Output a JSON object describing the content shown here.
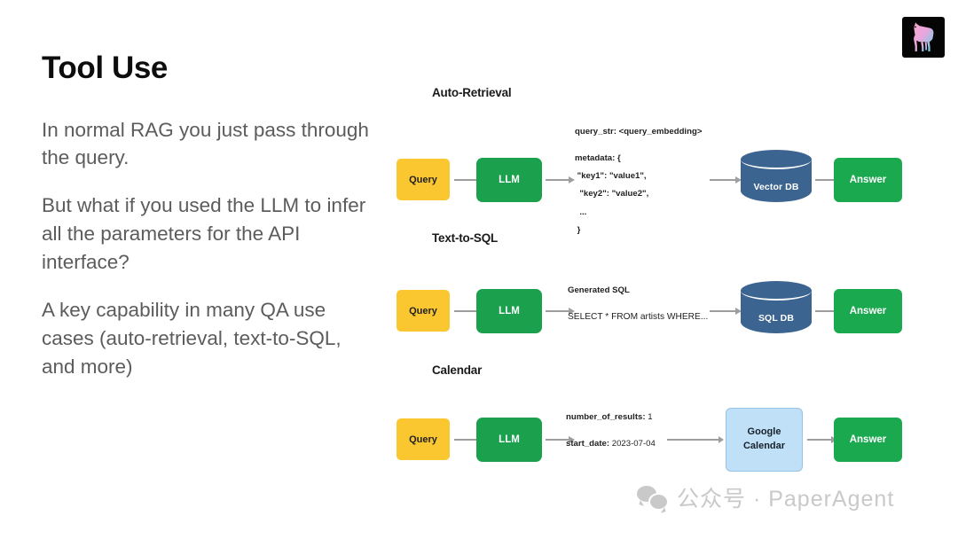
{
  "slide": {
    "title": "Tool Use",
    "paragraphs": [
      "In normal RAG you just pass through the query.",
      "But what if you used the LLM to infer all the parameters for the API interface?",
      "A key capability in many QA use cases (auto-retrieval, text-to-SQL, and more)"
    ]
  },
  "logo": {
    "name": "llamaindex-llama-logo",
    "background": "#050505",
    "gradient_from": "#f5a3c7",
    "gradient_to": "#5fd8e8"
  },
  "colors": {
    "query_box": "#fbc730",
    "llm_box": "#1ba04e",
    "answer_box": "#1ba94f",
    "database": "#3c6490",
    "google_calendar": "#bfe0f7",
    "google_calendar_border": "#93c3e8",
    "arrow": "#9e9e9e",
    "title_text": "#0d0d0d",
    "body_text": "#5c5c5c",
    "watermark": "#c9c9c9"
  },
  "diagram": {
    "sections": [
      {
        "title": "Auto-Retrieval",
        "query_label": "Query",
        "llm_label": "LLM",
        "payload_lines": [
          {
            "key": "query_str:",
            "value": " <query_embedding>",
            "bold_all": true
          },
          {
            "key": "",
            "value": "",
            "bold_all": true
          },
          {
            "key": "metadata: {",
            "value": "",
            "bold_all": true
          },
          {
            "key": " \"key1\": \"value1\",",
            "value": "",
            "bold_all": true
          },
          {
            "key": "  \"key2\": \"value2\",",
            "value": "",
            "bold_all": true
          },
          {
            "key": "  ...",
            "value": "",
            "bold_all": true
          },
          {
            "key": " }",
            "value": "",
            "bold_all": true
          }
        ],
        "store_label": "Vector DB",
        "store_type": "cylinder",
        "answer_label": "Answer"
      },
      {
        "title": "Text-to-SQL",
        "query_label": "Query",
        "llm_label": "LLM",
        "payload_lines": [
          {
            "key": "Generated SQL",
            "value": "",
            "bold_all": true
          },
          {
            "key": "",
            "value": "",
            "bold_all": true
          },
          {
            "key": "",
            "value": "SELECT * FROM artists WHERE...",
            "bold_all": false
          }
        ],
        "store_label": "SQL DB",
        "store_type": "cylinder",
        "answer_label": "Answer"
      },
      {
        "title": "Calendar",
        "query_label": "Query",
        "llm_label": "LLM",
        "payload_lines": [
          {
            "key": "number_of_results:",
            "value": " 1",
            "bold_all": false
          },
          {
            "key": "",
            "value": "",
            "bold_all": false
          },
          {
            "key": "start_date:",
            "value": " 2023-07-04",
            "bold_all": false
          }
        ],
        "store_label_line1": "Google",
        "store_label_line2": "Calendar",
        "store_type": "box",
        "answer_label": "Answer"
      }
    ]
  },
  "watermark": {
    "icon": "wechat-icon",
    "text": "公众号 · PaperAgent"
  }
}
